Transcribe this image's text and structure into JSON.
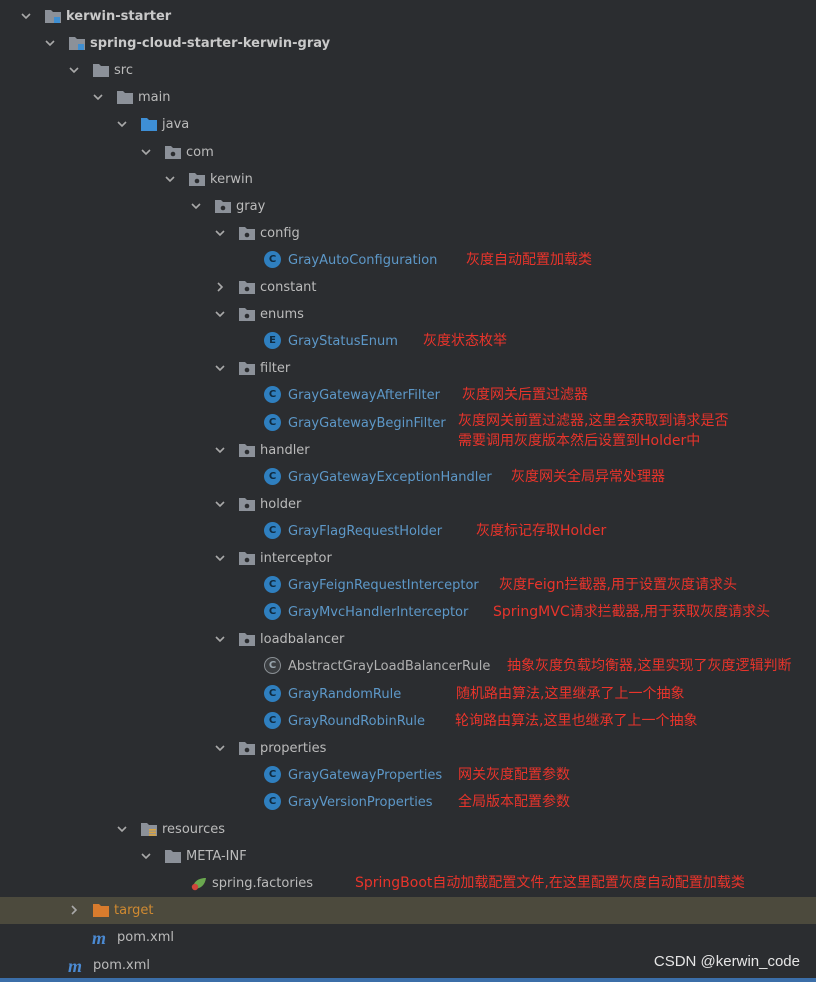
{
  "tree": {
    "nodes": {
      "root": {
        "label": "kerwin-starter"
      },
      "module": {
        "label": "spring-cloud-starter-kerwin-gray"
      },
      "src": {
        "label": "src"
      },
      "main": {
        "label": "main"
      },
      "java": {
        "label": "java"
      },
      "com": {
        "label": "com"
      },
      "kerwin": {
        "label": "kerwin"
      },
      "gray": {
        "label": "gray"
      },
      "config": {
        "label": "config"
      },
      "gray_auto_configuration": {
        "label": "GrayAutoConfiguration",
        "note": "灰度自动配置加载类"
      },
      "constant": {
        "label": "constant"
      },
      "enums": {
        "label": "enums"
      },
      "gray_status_enum": {
        "label": "GrayStatusEnum",
        "note": "灰度状态枚举"
      },
      "filter": {
        "label": "filter"
      },
      "gray_gateway_after_filter": {
        "label": "GrayGatewayAfterFilter",
        "note": "灰度网关后置过滤器"
      },
      "gray_gateway_begin_filter": {
        "label": "GrayGatewayBeginFilter",
        "note_line1": "灰度网关前置过滤器,这里会获取到请求是否",
        "note_line2": "需要调用灰度版本然后设置到Holder中"
      },
      "handler": {
        "label": "handler"
      },
      "gray_gateway_exception_handler": {
        "label": "GrayGatewayExceptionHandler",
        "note": "灰度网关全局异常处理器"
      },
      "holder": {
        "label": "holder"
      },
      "gray_flag_request_holder": {
        "label": "GrayFlagRequestHolder",
        "note": "灰度标记存取Holder"
      },
      "interceptor": {
        "label": "interceptor"
      },
      "gray_feign_request_interceptor": {
        "label": "GrayFeignRequestInterceptor",
        "note": "灰度Feign拦截器,用于设置灰度请求头"
      },
      "gray_mvc_handler_interceptor": {
        "label": "GrayMvcHandlerInterceptor",
        "note": "SpringMVC请求拦截器,用于获取灰度请求头"
      },
      "loadbalancer": {
        "label": "loadbalancer"
      },
      "abstract_gray_load_balancer_rule": {
        "label": "AbstractGrayLoadBalancerRule",
        "note": "抽象灰度负载均衡器,这里实现了灰度逻辑判断"
      },
      "gray_random_rule": {
        "label": "GrayRandomRule",
        "note": "随机路由算法,这里继承了上一个抽象"
      },
      "gray_round_robin_rule": {
        "label": "GrayRoundRobinRule",
        "note": "轮询路由算法,这里也继承了上一个抽象"
      },
      "properties": {
        "label": "properties"
      },
      "gray_gateway_properties": {
        "label": "GrayGatewayProperties",
        "note": "网关灰度配置参数"
      },
      "gray_version_properties": {
        "label": "GrayVersionProperties",
        "note": "全局版本配置参数"
      },
      "resources": {
        "label": "resources"
      },
      "meta_inf": {
        "label": "META-INF"
      },
      "spring_factories": {
        "label": "spring.factories",
        "note": "SpringBoot自动加载配置文件,在这里配置灰度自动配置加载类"
      },
      "target": {
        "label": "target"
      },
      "module_pom": {
        "label": "pom.xml"
      },
      "root_pom": {
        "label": "pom.xml"
      }
    },
    "badges": {
      "class": "C",
      "enum": "E"
    },
    "colors": {
      "class_name": "#5d98c8",
      "annotation": "#e8342b",
      "excluded_folder": "#d08a31",
      "selected_row": "#4c4a3d"
    }
  },
  "watermark": "CSDN @kerwin_code"
}
